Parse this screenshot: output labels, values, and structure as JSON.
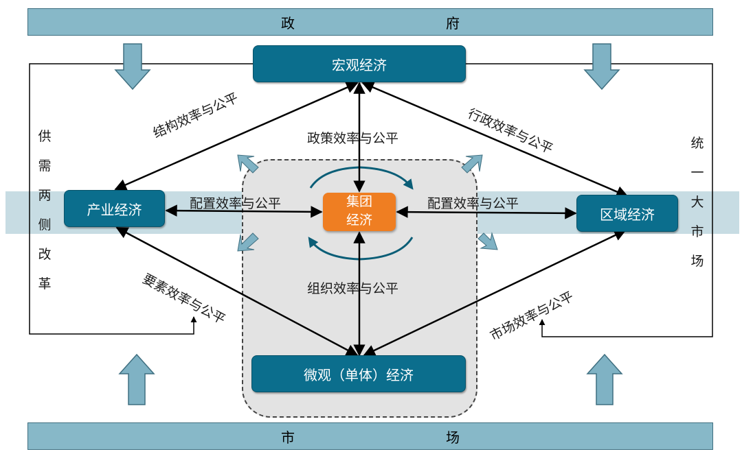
{
  "top_bar": "政　　府",
  "bottom_bar": "市　　场",
  "nodes": {
    "macro": "宏观经济",
    "industry": "产业经济",
    "region": "区域经济",
    "micro": "微观（单体）经济",
    "group_line1": "集团",
    "group_line2": "经济"
  },
  "edges": {
    "structure": "结构效率与公平",
    "policy": "政策效率与公平",
    "admin": "行政效率与公平",
    "alloc_left": "配置效率与公平",
    "alloc_right": "配置效率与公平",
    "organization": "组织效率与公平",
    "factor": "要素效率与公平",
    "market": "市场效率与公平"
  },
  "side_left": "供需两侧改革",
  "side_right": "统一大市场"
}
